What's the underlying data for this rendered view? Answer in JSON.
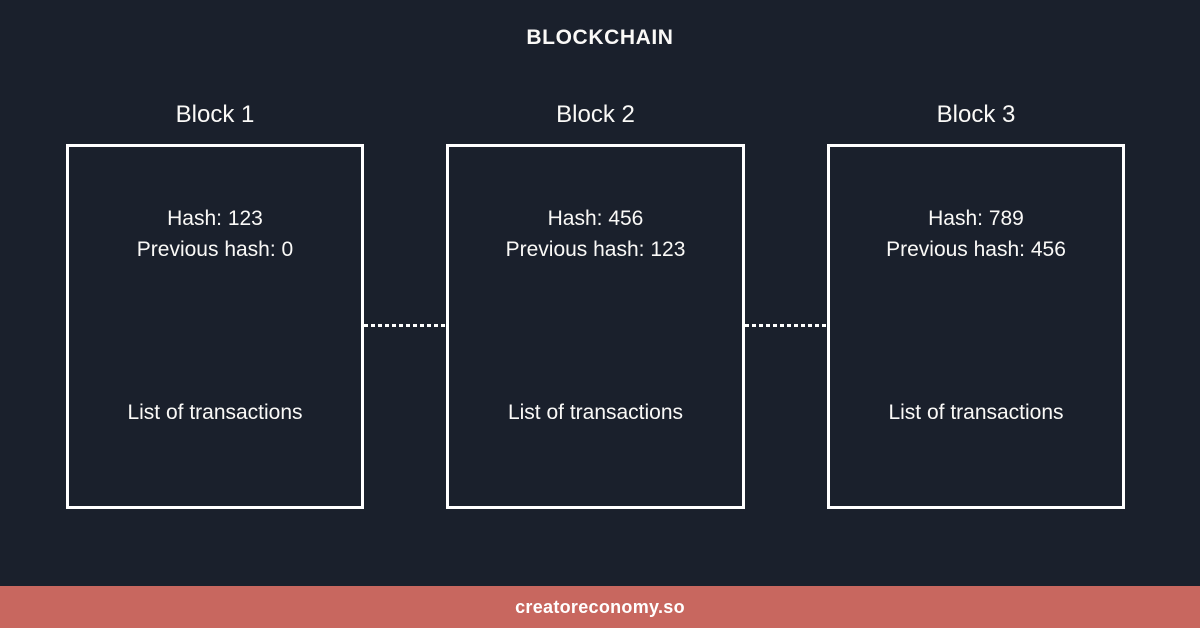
{
  "title": "BLOCKCHAIN",
  "colors": {
    "background": "#1A202C",
    "accent_footer": "#C8675F",
    "border": "#FFFFFF",
    "text": "#FAF9F7"
  },
  "blocks": [
    {
      "label": "Block 1",
      "hash": "Hash: 123",
      "previous_hash": "Previous hash: 0",
      "transactions": "List of transactions"
    },
    {
      "label": "Block 2",
      "hash": "Hash: 456",
      "previous_hash": "Previous hash: 123",
      "transactions": "List of transactions"
    },
    {
      "label": "Block 3",
      "hash": "Hash: 789",
      "previous_hash": "Previous hash: 456",
      "transactions": "List of transactions"
    }
  ],
  "footer": {
    "text": "creatoreconomy.so"
  }
}
